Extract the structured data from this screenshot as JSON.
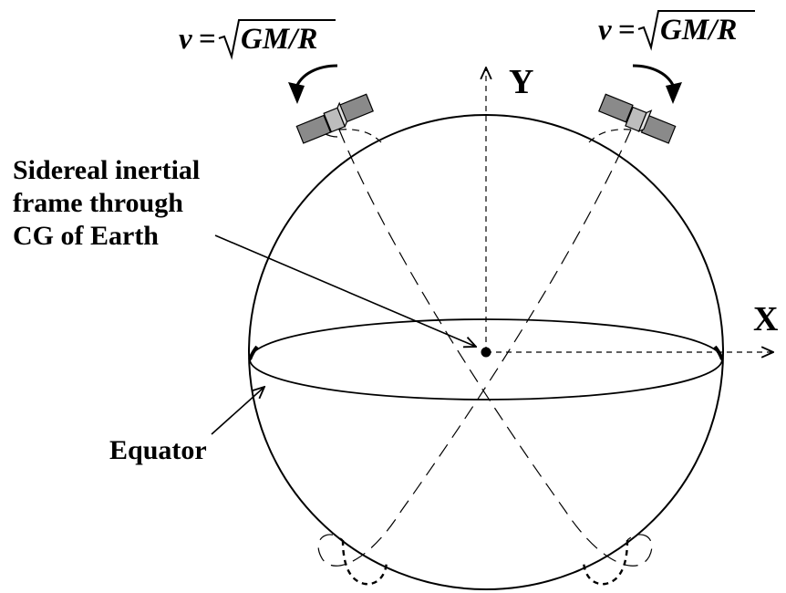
{
  "diagram": {
    "axis_y_label": "Y",
    "axis_x_label": "X",
    "frame_label_lines": [
      "Sidereal inertial",
      "frame through",
      "CG of Earth"
    ],
    "equator_label": "Equator",
    "velocity_formula": {
      "v": "v",
      "equals": "=",
      "radicand": "GM/R"
    },
    "colors": {
      "line": "#000000",
      "satellite_panel": "#8a8a8a",
      "satellite_body": "#bdbdbd",
      "background": "#ffffff"
    },
    "icons": [
      "satellite-icon",
      "rotation-arrow-icon",
      "center-dot"
    ]
  }
}
